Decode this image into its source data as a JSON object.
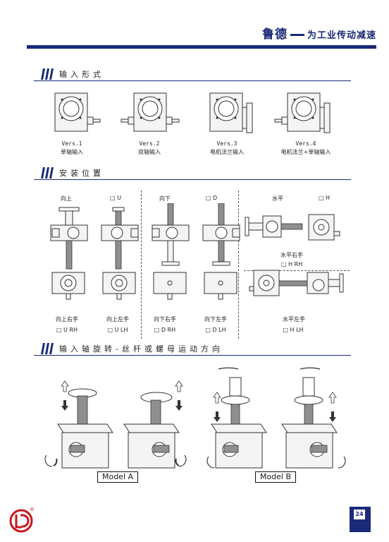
{
  "header": {
    "brand_name": "鲁德",
    "brand_tagline": "为工业传动减速"
  },
  "sections": {
    "input_form": {
      "title": "输入形式"
    },
    "mounting": {
      "title": "安装位置"
    },
    "rotation": {
      "title": "输入轴旋转-丝杆或螺母运动方向"
    }
  },
  "input_versions": [
    {
      "code": "Vers.1",
      "name": "单轴输入"
    },
    {
      "code": "Vers.2",
      "name": "双轴输入"
    },
    {
      "code": "Vers.3",
      "name": "电机法兰输入"
    },
    {
      "code": "Vers.4",
      "name": "电机法兰+单轴输入"
    }
  ],
  "mounting": {
    "up": {
      "label": "向上",
      "code": "□ U"
    },
    "down": {
      "label": "向下",
      "code": "□ D"
    },
    "horizontal": {
      "label": "水平",
      "code": "□ H"
    },
    "up_right": {
      "label": "向上右手",
      "code": "□ U  RH"
    },
    "up_left": {
      "label": "向上左手",
      "code": "□ U  LH"
    },
    "down_right": {
      "label": "向下右手",
      "code": "□ D  RH"
    },
    "down_left": {
      "label": "向下左手",
      "code": "□ D  LH"
    },
    "h_right": {
      "label": "水平右手",
      "code": "□ H  RH"
    },
    "h_left": {
      "label": "水平左手",
      "code": "□ H  LH"
    }
  },
  "models": {
    "a": "Model  A",
    "b": "Model  B"
  },
  "footer": {
    "page_number": "24",
    "logo_mark": "®"
  },
  "colors": {
    "brand": "#1b2a78",
    "bar_fill": "#1b2a78"
  }
}
